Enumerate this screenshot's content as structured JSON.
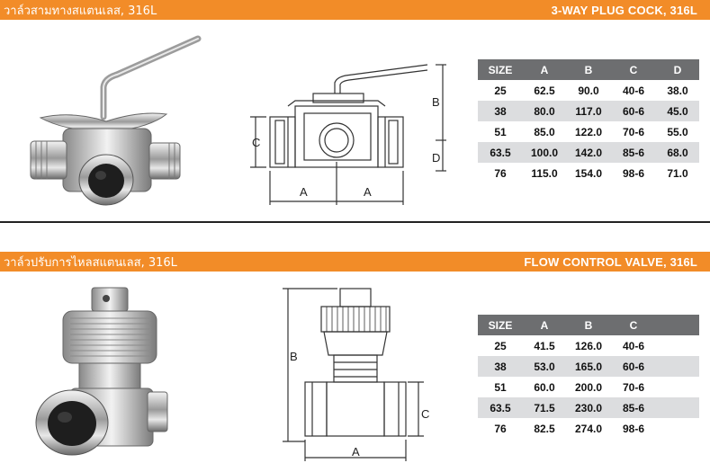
{
  "sections": [
    {
      "thai_title": "วาล์วสามทางสแตนเลส, 316L",
      "english_title": "3-WAY PLUG COCK, 316L",
      "drawing_labels": {
        "b": "B",
        "c": "C",
        "d": "D",
        "a_left": "A",
        "a_right": "A"
      },
      "table": {
        "headers": [
          "SIZE",
          "A",
          "B",
          "C",
          "D"
        ],
        "rows": [
          [
            "25",
            "62.5",
            "90.0",
            "40-6",
            "38.0"
          ],
          [
            "38",
            "80.0",
            "117.0",
            "60-6",
            "45.0"
          ],
          [
            "51",
            "85.0",
            "122.0",
            "70-6",
            "55.0"
          ],
          [
            "63.5",
            "100.0",
            "142.0",
            "85-6",
            "68.0"
          ],
          [
            "76",
            "115.0",
            "154.0",
            "98-6",
            "71.0"
          ]
        ]
      }
    },
    {
      "thai_title": "วาล์วปรับการไหลสแตนเลส, 316L",
      "english_title": "FLOW CONTROL VALVE, 316L",
      "drawing_labels": {
        "b": "B",
        "c": "C",
        "a": "A"
      },
      "table": {
        "headers": [
          "SIZE",
          "A",
          "B",
          "C"
        ],
        "rows": [
          [
            "25",
            "41.5",
            "126.0",
            "40-6"
          ],
          [
            "38",
            "53.0",
            "165.0",
            "60-6"
          ],
          [
            "51",
            "60.0",
            "200.0",
            "70-6"
          ],
          [
            "63.5",
            "71.5",
            "230.0",
            "85-6"
          ],
          [
            "76",
            "82.5",
            "274.0",
            "98-6"
          ]
        ]
      }
    }
  ],
  "colors": {
    "banner": "#f28c28",
    "table_header": "#6d6e70",
    "row_alt": "#dcdddf"
  }
}
